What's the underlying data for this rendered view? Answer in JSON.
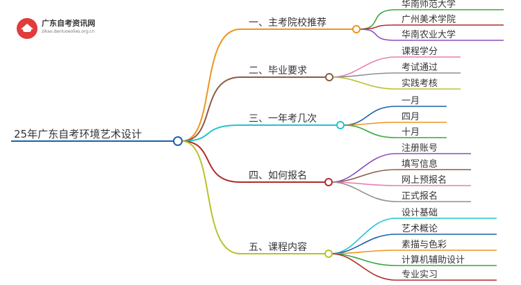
{
  "logo": {
    "name": "广东自考资讯网",
    "url": "zikao.danluoeolies.org.cn"
  },
  "root": {
    "label": "25年广东自考环境艺术设计",
    "color": "#1f5fa8"
  },
  "branches": [
    {
      "label": "一、主考院校推荐",
      "color": "#f0931e",
      "children": [
        {
          "label": "华南师范大学",
          "color": "#3aa63a"
        },
        {
          "label": "广州美术学院",
          "color": "#b12a2a"
        },
        {
          "label": "华南农业大学",
          "color": "#8a4fbf"
        }
      ]
    },
    {
      "label": "二、毕业要求",
      "color": "#8b5a44",
      "children": [
        {
          "label": "课程学分",
          "color": "#e77fb1"
        },
        {
          "label": "考试通过",
          "color": "#8f8f8f"
        },
        {
          "label": "实践考核",
          "color": "#b8c22a"
        }
      ]
    },
    {
      "label": "三、一年考几次",
      "color": "#22c3d1",
      "children": [
        {
          "label": "一月",
          "color": "#1f5fa8"
        },
        {
          "label": "四月",
          "color": "#f0931e"
        },
        {
          "label": "十月",
          "color": "#3aa63a"
        }
      ]
    },
    {
      "label": "四、如何报名",
      "color": "#b12a2a",
      "children": [
        {
          "label": "注册账号",
          "color": "#8a4fbf"
        },
        {
          "label": "填写信息",
          "color": "#8b5a44"
        },
        {
          "label": "网上预报名",
          "color": "#e77fb1"
        },
        {
          "label": "正式报名",
          "color": "#8f8f8f"
        }
      ]
    },
    {
      "label": "五、课程内容",
      "color": "#b8c22a",
      "children": [
        {
          "label": "设计基础",
          "color": "#22c3d1"
        },
        {
          "label": "艺术概论",
          "color": "#1f5fa8"
        },
        {
          "label": "素描与色彩",
          "color": "#f0931e"
        },
        {
          "label": "计算机辅助设计",
          "color": "#3aa63a"
        },
        {
          "label": "专业实习",
          "color": "#b12a2a"
        }
      ]
    }
  ]
}
